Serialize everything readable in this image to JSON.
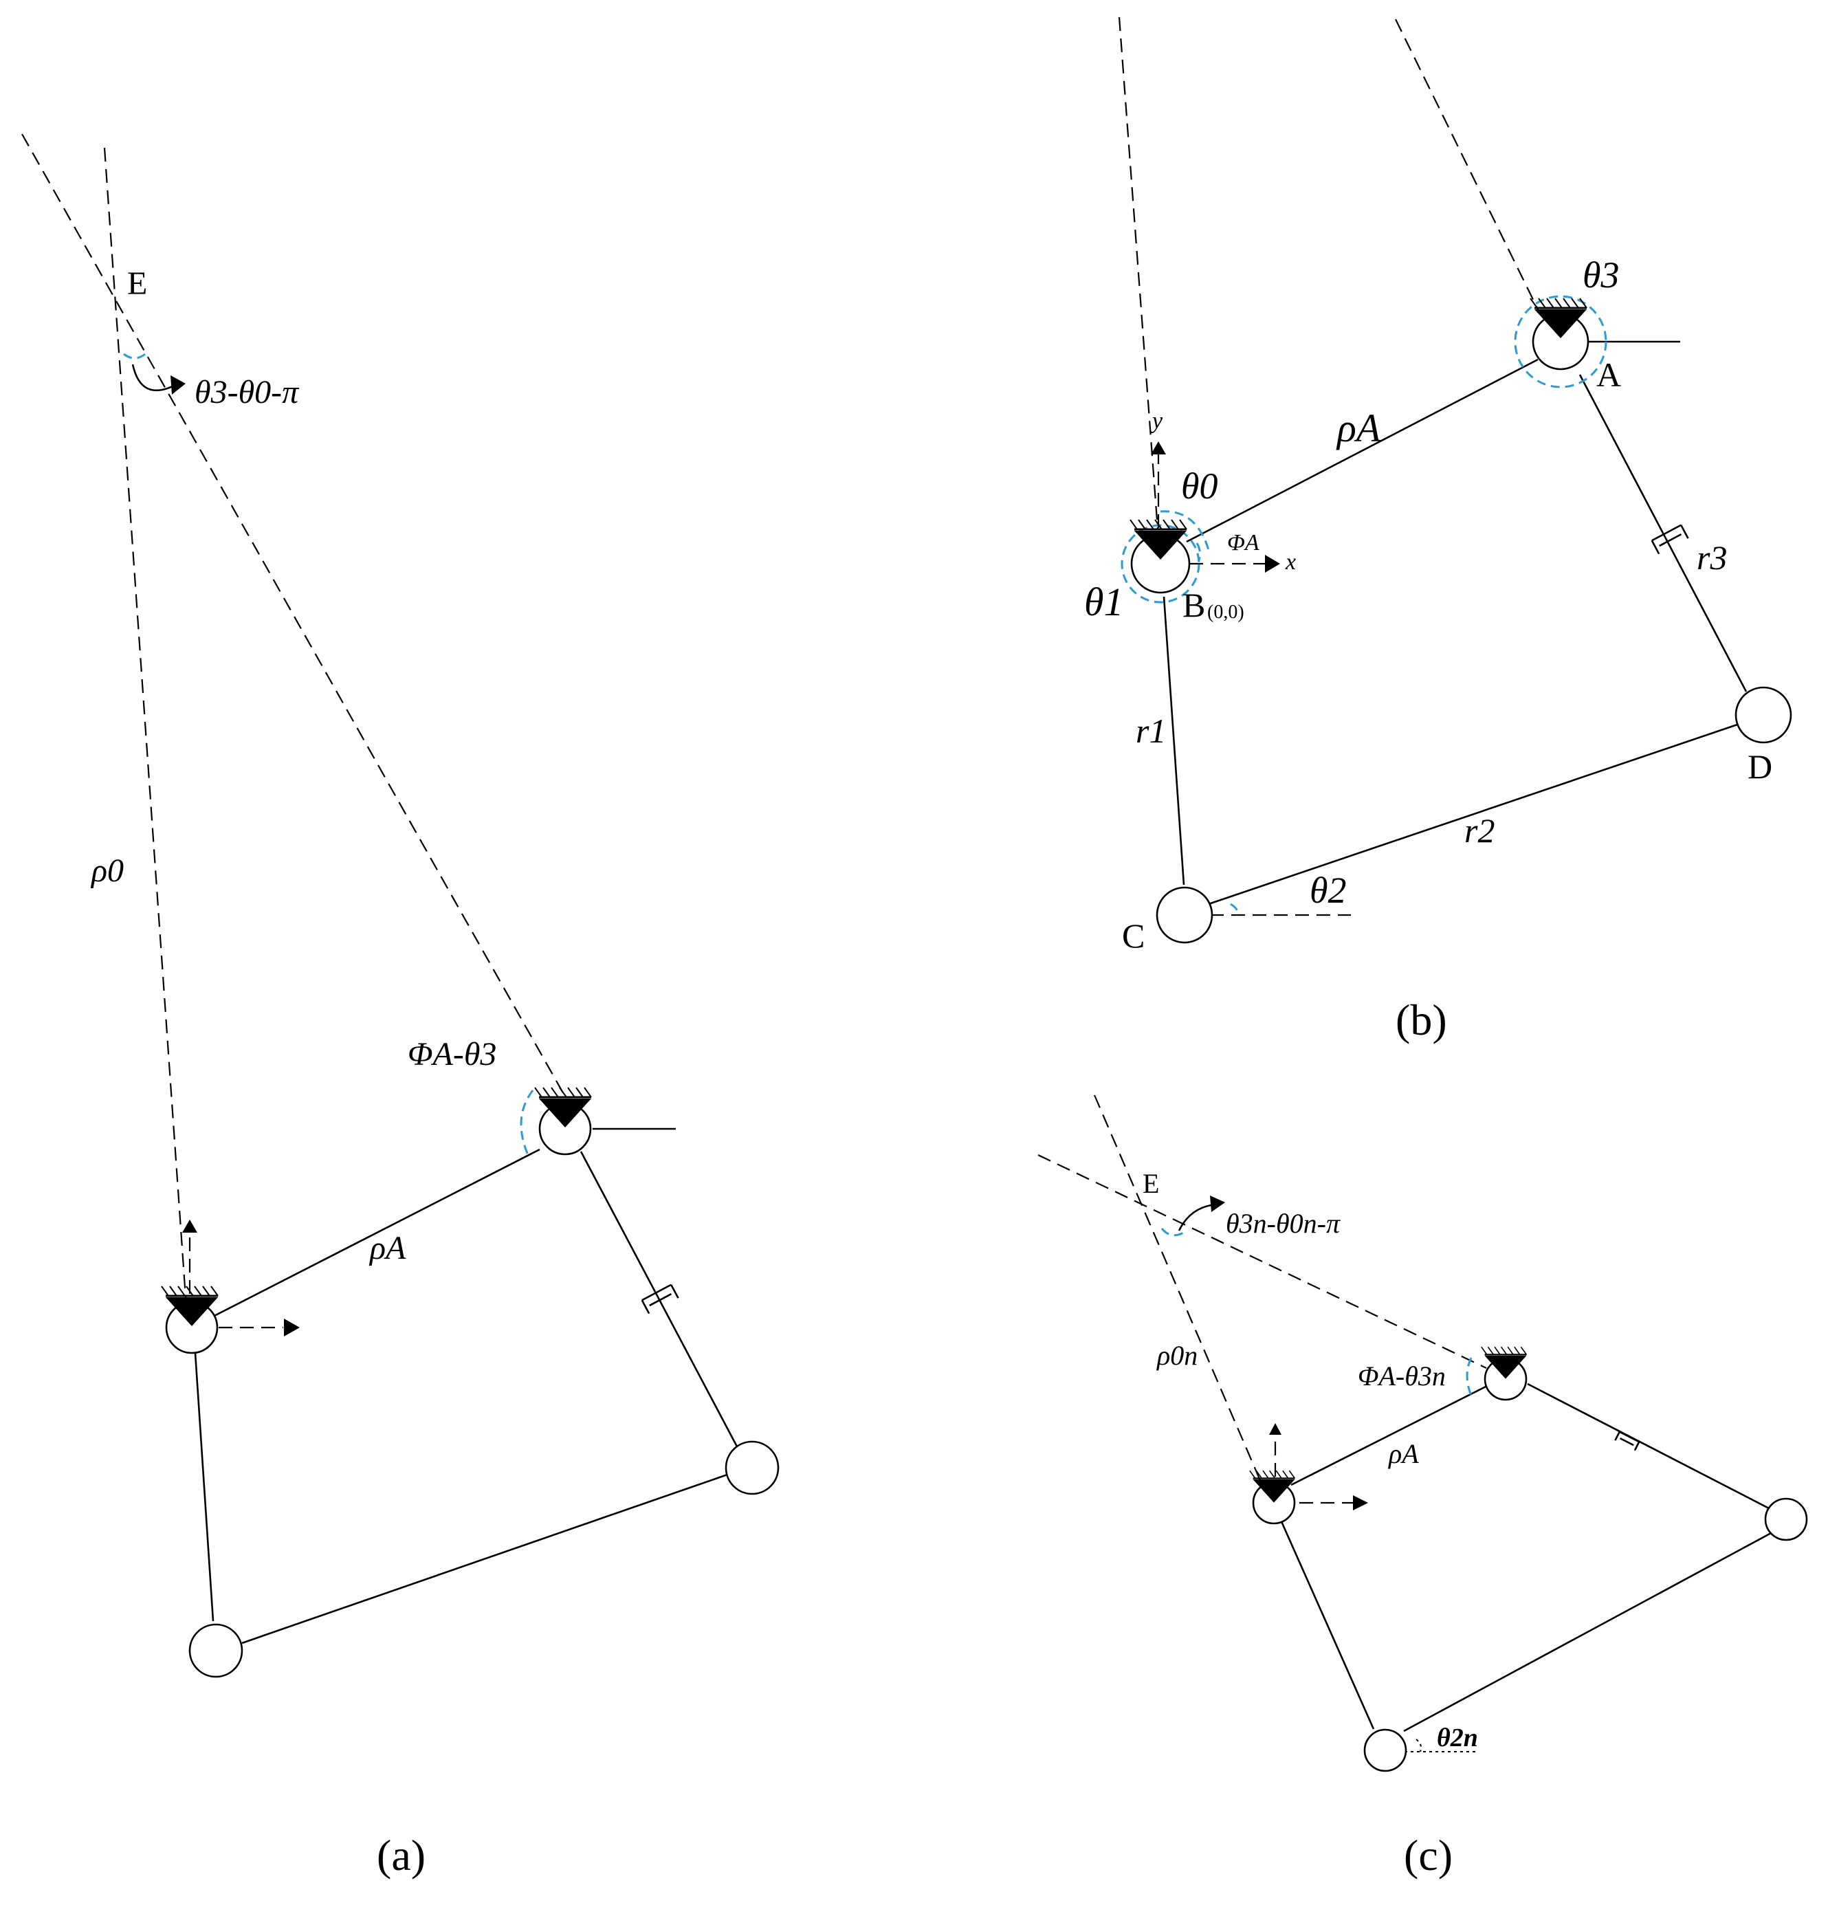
{
  "panels": {
    "a": {
      "caption": "(a)",
      "point_E": "E",
      "angle_E": "θ3-θ0-π",
      "rho0": "ρ0",
      "rhoA": "ρA",
      "angle_A": "ΦA-θ3"
    },
    "b": {
      "caption": "(b)",
      "theta3": "θ3",
      "point_A": "A",
      "rhoA": "ρA",
      "y_axis": "y",
      "x_axis": "x",
      "theta0": "θ0",
      "phiA": "ΦA",
      "theta1": "θ1",
      "point_B": "B",
      "origin": "(0,0)",
      "r3": "r3",
      "point_D": "D",
      "r1": "r1",
      "r2": "r2",
      "theta2": "θ2",
      "point_C": "C"
    },
    "c": {
      "caption": "(c)",
      "point_E": "E",
      "angle_E": "θ3n-θ0n-π",
      "rho0n": "ρ0n",
      "angle_A": "ΦA-θ3n",
      "rhoA": "ρA",
      "theta2n": "θ2n"
    }
  },
  "colors": {
    "lines": "#000000",
    "angle_arcs": "#2b9bd6",
    "background": "#ffffff"
  }
}
